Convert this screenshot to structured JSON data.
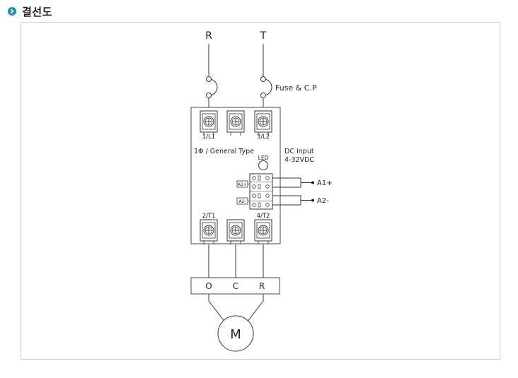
{
  "section": {
    "title": "결선도"
  },
  "diagram": {
    "line_labels": {
      "r": "R",
      "t": "T"
    },
    "fuse_label": "Fuse & C.P",
    "terminals": {
      "l1": "1/L1",
      "l2": "3/L2",
      "t1": "2/T1",
      "t2": "4/T2"
    },
    "type_label": "1Φ / General Type",
    "dc_input": {
      "line1": "DC Input",
      "line2": "4-32VDC"
    },
    "led_label": "LED",
    "signal_labels": {
      "a1_small": "A1+",
      "a2_small": "A2-"
    },
    "outputs": {
      "a1": "A1+",
      "a2": "A2-"
    },
    "ocr": {
      "o": "O",
      "c": "C",
      "r": "R"
    },
    "motor_label": "M"
  }
}
